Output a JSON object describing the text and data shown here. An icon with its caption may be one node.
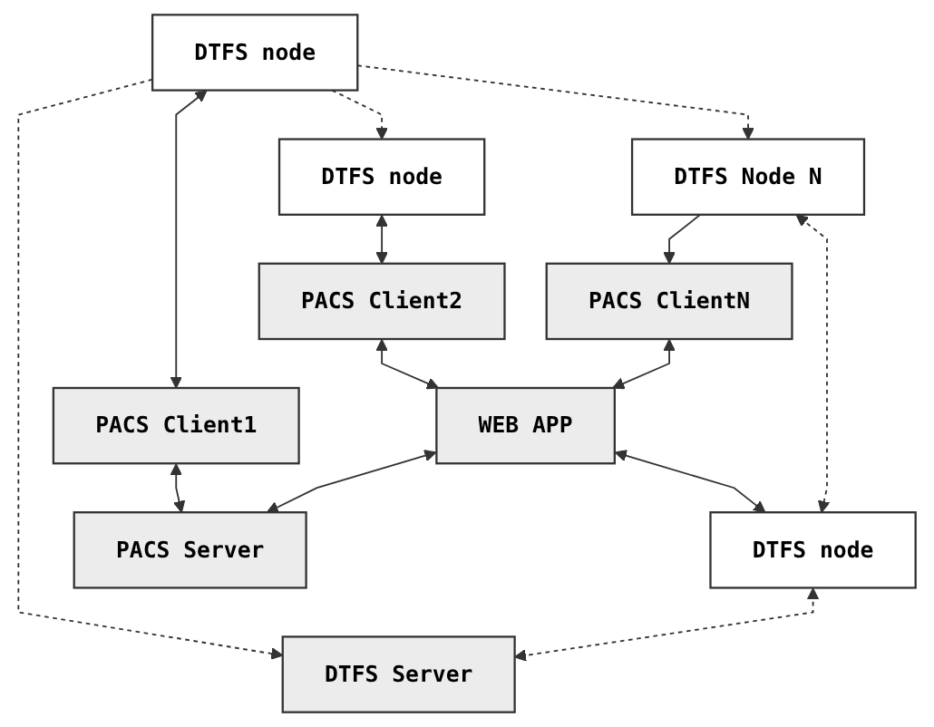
{
  "diagram": {
    "nodes": [
      {
        "text": [
          "DTFS node"
        ]
      },
      {
        "text": [
          "PACS Client1"
        ]
      },
      {
        "text": [
          "DTFS node"
        ]
      },
      {
        "text": [
          "PACS ClientN"
        ]
      },
      {
        "text": [
          "PACS Client2"
        ]
      },
      {
        "text": [
          "DTFS Node N"
        ]
      },
      {
        "text": [
          "WEB APP"
        ]
      },
      {
        "text": [
          "DTFS node"
        ]
      },
      {
        "text": [
          "DTFS Server"
        ]
      },
      {
        "text": [
          "PACS Server"
        ]
      }
    ],
    "edges": [
      {
        "from": 0,
        "to": 1,
        "arrow": "both"
      },
      {
        "from": 0,
        "to": 2,
        "arrow": "to",
        "style": "dashed"
      },
      {
        "from": 0,
        "to": 5,
        "arrow": "to",
        "style": "dashed"
      },
      {
        "from": 0,
        "to": 8,
        "arrow": "to",
        "style": "dashed"
      },
      {
        "from": 2,
        "to": 4,
        "arrow": "both"
      },
      {
        "from": 5,
        "to": 3,
        "arrow": "to"
      },
      {
        "from": 1,
        "to": 9,
        "arrow": "both"
      },
      {
        "from": 4,
        "to": 6,
        "arrow": "both"
      },
      {
        "from": 3,
        "to": 6,
        "arrow": "both"
      },
      {
        "from": 6,
        "to": 7,
        "arrow": "both"
      },
      {
        "from": 6,
        "to": 9,
        "arrow": "both"
      },
      {
        "from": 5,
        "to": 7,
        "arrow": "both",
        "style": "dashed"
      },
      {
        "from": 7,
        "to": 8,
        "arrow": "both",
        "style": "dashed"
      }
    ]
  }
}
